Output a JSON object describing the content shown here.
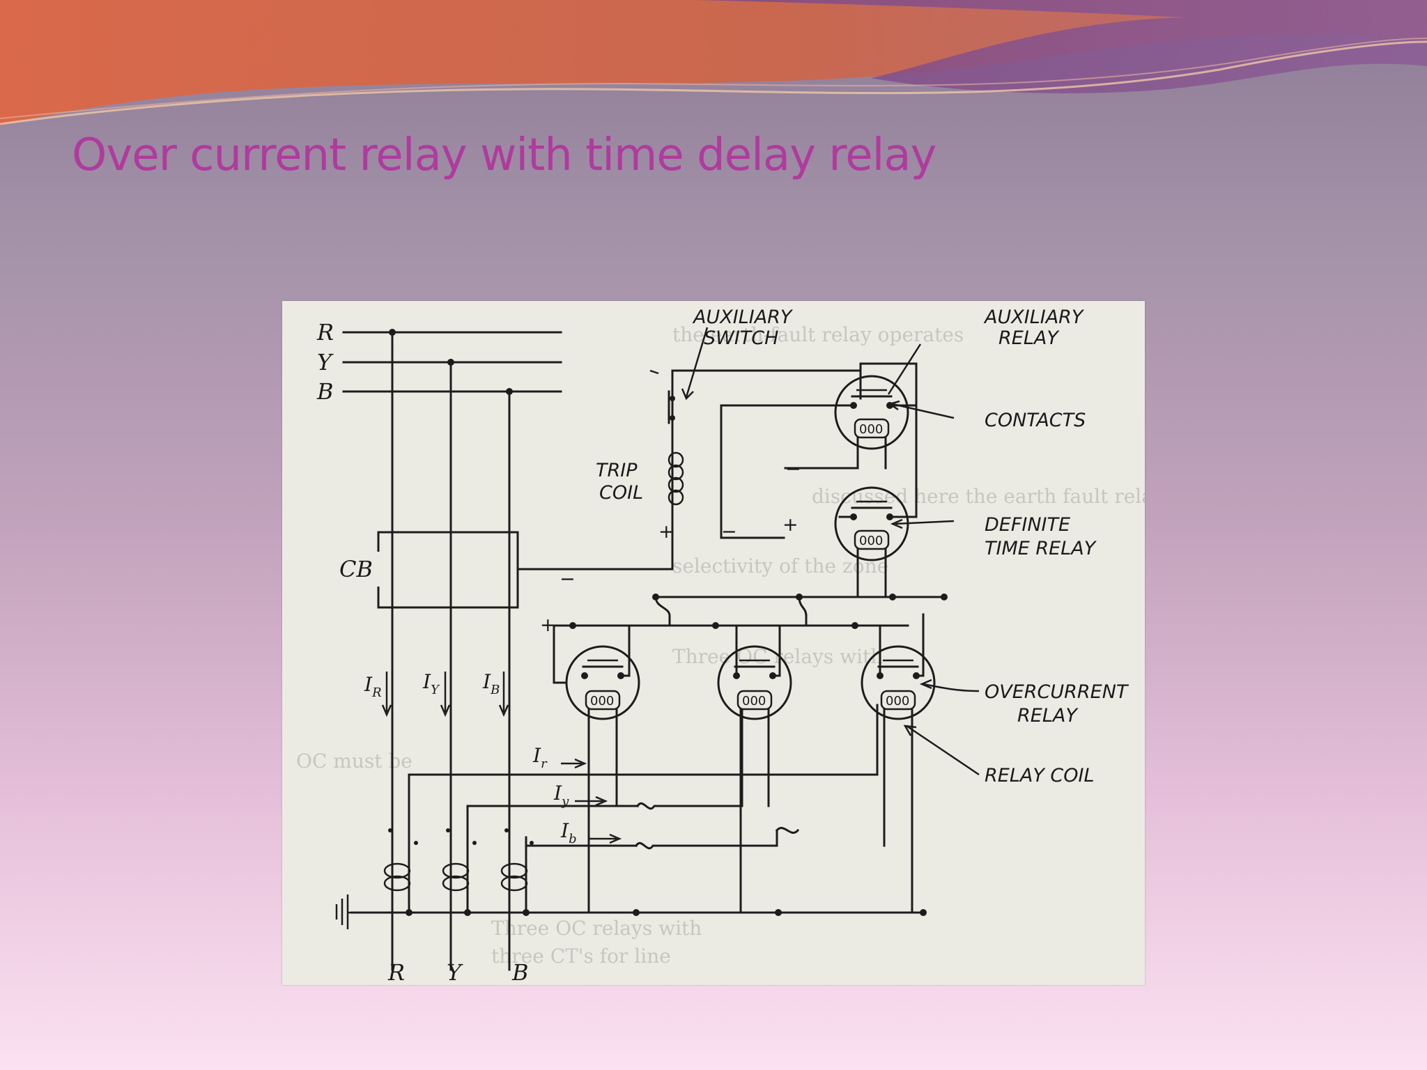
{
  "slide": {
    "title": "Over current relay with time delay relay"
  },
  "diagram": {
    "bus_labels": {
      "top": [
        "R",
        "Y",
        "B"
      ],
      "bottom": [
        "R",
        "Y",
        "B"
      ]
    },
    "breaker_label": "CB",
    "labels": {
      "auxiliary_switch": [
        "AUXILIARY",
        "SWITCH"
      ],
      "auxiliary_relay": [
        "AUXILIARY",
        "RELAY"
      ],
      "contacts": "CONTACTS",
      "trip_coil": [
        "TRIP",
        "COIL"
      ],
      "definite_time_relay": [
        "DEFINITE",
        "TIME RELAY"
      ],
      "overcurrent_relay": [
        "OVERCURRENT",
        "RELAY"
      ],
      "relay_coil": "RELAY COIL"
    },
    "phase_currents": [
      {
        "base": "I",
        "sub": "R"
      },
      {
        "base": "I",
        "sub": "Y"
      },
      {
        "base": "I",
        "sub": "B"
      }
    ],
    "relay_currents": [
      {
        "base": "I",
        "sub": "r"
      },
      {
        "base": "I",
        "sub": "y"
      },
      {
        "base": "I",
        "sub": "b"
      }
    ],
    "polarity_signs": [
      "+",
      "−",
      "+",
      "−",
      "−",
      "+"
    ],
    "coil_marking": "000",
    "colors": {
      "background_paper": "#ecebe3",
      "ink": "#1c1c1c",
      "title": "#b03a9e"
    }
  }
}
